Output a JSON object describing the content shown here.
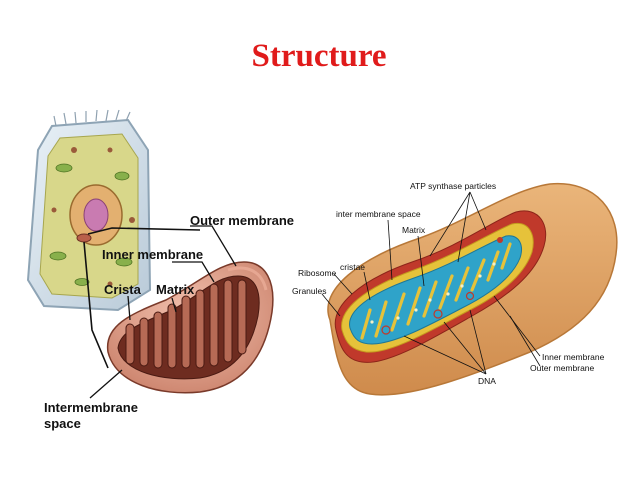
{
  "title": "Structure",
  "left_diagram": {
    "labels": {
      "outer_membrane": "Outer membrane",
      "inner_membrane": "Inner membrane",
      "crista": "Crista",
      "matrix": "Matrix",
      "intermembrane": "Intermembrane",
      "space": "space"
    }
  },
  "right_diagram": {
    "labels": {
      "atp_synthase": "ATP synthase particles",
      "inter_membrane_space": "inter membrane space",
      "matrix": "Matrix",
      "cristae": "cristae",
      "ribosome": "Ribosome",
      "granules": "Granules",
      "inner_membrane": "Inner membrane",
      "outer_membrane": "Outer membrane",
      "dna": "DNA"
    }
  },
  "colors": {
    "title": "#e01b1b",
    "mito_outer": "#d89a5c",
    "mito_cut": "#c0392b",
    "matrix_fill": "#2fa3c9",
    "inner_membrane": "#e6c23a",
    "left_mito": "#a25a45"
  }
}
